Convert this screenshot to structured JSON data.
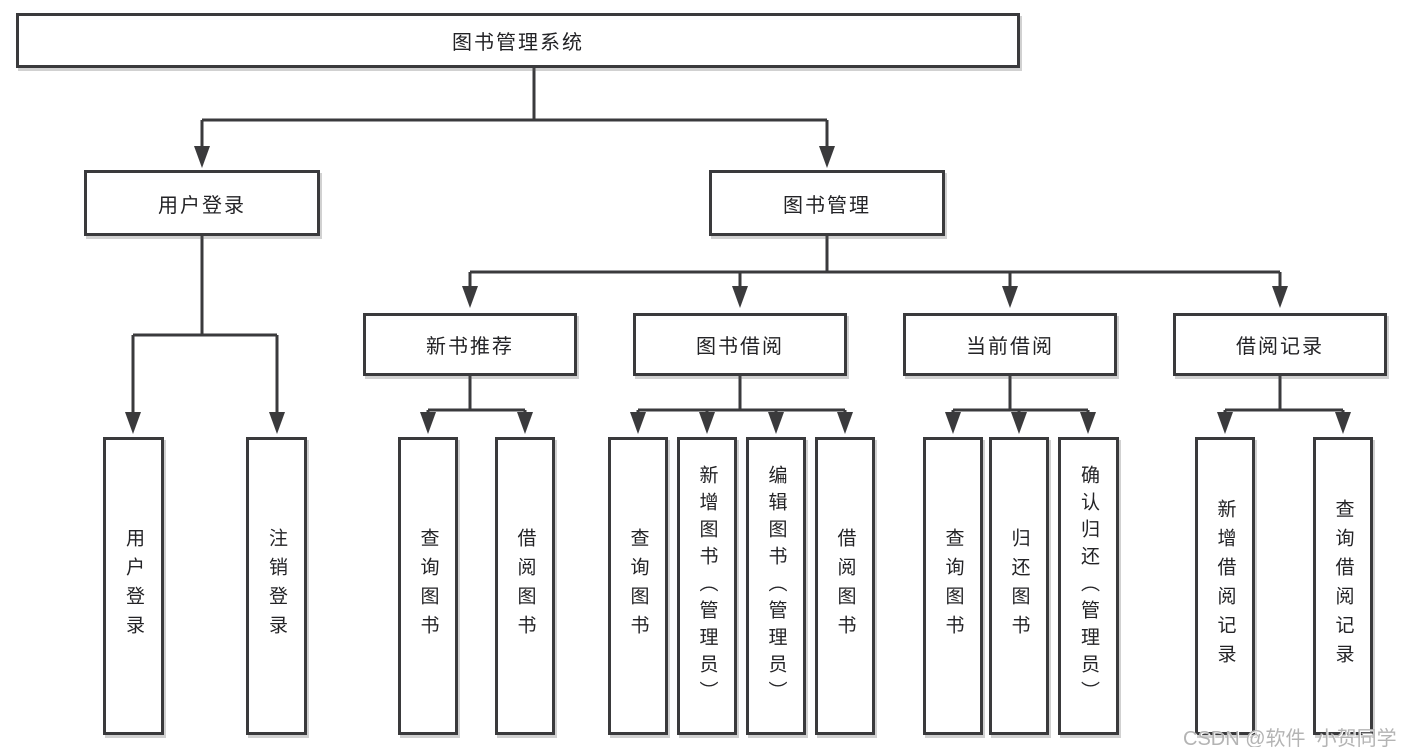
{
  "diagram": {
    "colors": {
      "line": "#3a3a3c",
      "box_border": "#3a3a3c",
      "text": "#232326",
      "watermark": "#b4b4b4",
      "background": "#ffffff"
    },
    "root": {
      "label": "图书管理系统"
    },
    "level2": {
      "user_login": {
        "label": "用户登录"
      },
      "book_management": {
        "label": "图书管理"
      }
    },
    "level3": {
      "new_book_recommend": {
        "label": "新书推荐"
      },
      "book_borrow": {
        "label": "图书借阅"
      },
      "current_borrow": {
        "label": "当前借阅"
      },
      "borrow_record": {
        "label": "借阅记录"
      }
    },
    "leaves": {
      "user_login": {
        "label": "用户登录"
      },
      "logout_login": {
        "label": "注销登录"
      },
      "recommend_query_book": {
        "label": "查询图书"
      },
      "recommend_borrow_book": {
        "label": "借阅图书"
      },
      "borrow_query_book": {
        "label": "查询图书"
      },
      "borrow_add_book": {
        "label": "新增图书（管理员）"
      },
      "borrow_edit_book": {
        "label": "编辑图书（管理员）"
      },
      "borrow_borrow_book": {
        "label": "借阅图书"
      },
      "current_query_book": {
        "label": "查询图书"
      },
      "current_return_book": {
        "label": "归还图书"
      },
      "current_confirm_return": {
        "label": "确认归还（管理员）"
      },
      "record_add_record": {
        "label": "新增借阅记录"
      },
      "record_query_record": {
        "label": "查询借阅记录"
      }
    },
    "watermark": {
      "text": "CSDN @软件_小贺同学"
    }
  }
}
